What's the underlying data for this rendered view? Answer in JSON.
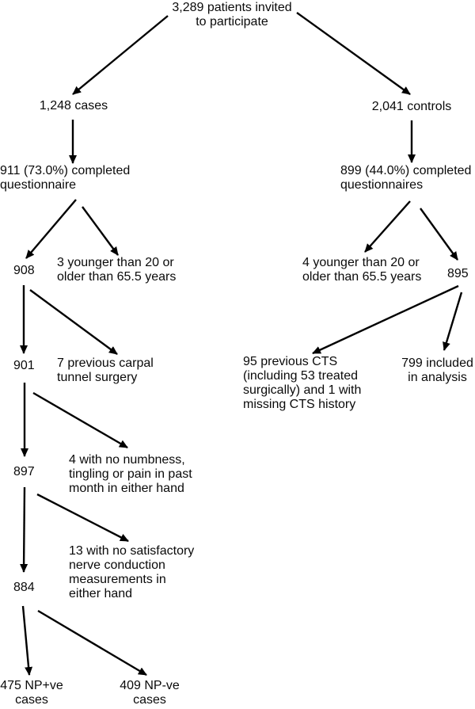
{
  "figure": {
    "type": "flow-diagram",
    "colors": {
      "ink": "#000000",
      "background": "#ffffff"
    },
    "nodes": {
      "invited": "3,289 patients invited\nto participate",
      "cases": "1,248 cases",
      "controls": "2,041 controls",
      "cases_completed": "911 (73.0%) completed\nquestionnaire",
      "controls_completed": "899 (44.0%) completed\nquestionnaires",
      "cases_after_age": "908",
      "cases_age_excluded": "3 younger than 20 or\nolder than 65.5 years",
      "controls_age_excluded": "4 younger than 20 or\nolder than 65.5 years",
      "controls_after_age": "895",
      "cases_after_surgery": "901",
      "surgery_excluded": "7 previous carpal\ntunnel surgery",
      "cts_excluded": "95 previous CTS\n(including 53 treated\nsurgically) and 1 with\nmissing CTS history",
      "controls_included": "799 included\nin analysis",
      "cases_after_symptoms": "897",
      "symptoms_excluded": "4 with no numbness,\ntingling or pain in past\nmonth in either hand",
      "cases_after_ncs": "884",
      "ncs_excluded": "13 with no satisfactory\nnerve conduction\nmeasurements in\neither hand",
      "np_positive": "475 NP+ve\ncases",
      "np_negative": "409 NP-ve\ncases"
    },
    "edges": [
      {
        "from": "invited",
        "to": "cases"
      },
      {
        "from": "invited",
        "to": "controls"
      },
      {
        "from": "cases",
        "to": "cases_completed"
      },
      {
        "from": "controls",
        "to": "controls_completed"
      },
      {
        "from": "cases_completed",
        "to": "cases_after_age"
      },
      {
        "from": "cases_completed",
        "to": "cases_age_excluded"
      },
      {
        "from": "controls_completed",
        "to": "controls_age_excluded"
      },
      {
        "from": "controls_completed",
        "to": "controls_after_age"
      },
      {
        "from": "cases_after_age",
        "to": "cases_after_surgery"
      },
      {
        "from": "cases_after_age",
        "to": "surgery_excluded"
      },
      {
        "from": "controls_after_age",
        "to": "cts_excluded"
      },
      {
        "from": "controls_after_age",
        "to": "controls_included"
      },
      {
        "from": "cases_after_surgery",
        "to": "cases_after_symptoms"
      },
      {
        "from": "cases_after_surgery",
        "to": "symptoms_excluded"
      },
      {
        "from": "cases_after_symptoms",
        "to": "cases_after_ncs"
      },
      {
        "from": "cases_after_symptoms",
        "to": "ncs_excluded"
      },
      {
        "from": "cases_after_ncs",
        "to": "np_positive"
      },
      {
        "from": "cases_after_ncs",
        "to": "np_negative"
      }
    ]
  }
}
